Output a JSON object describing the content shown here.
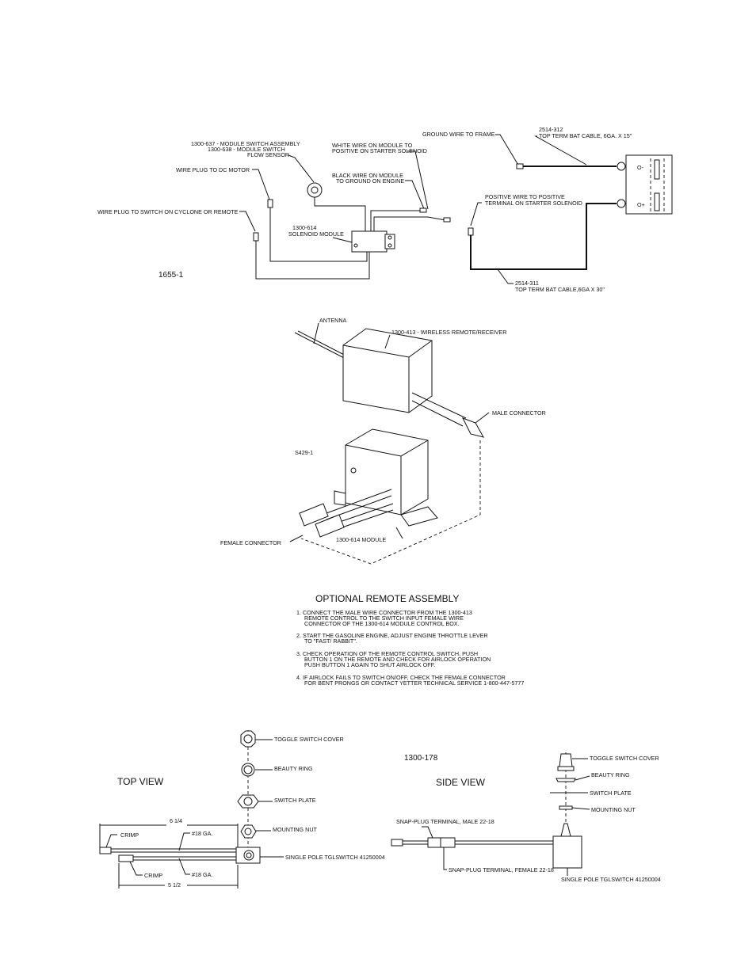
{
  "section1": {
    "lbl_637": "1300-637 - MODULE SWITCH ASSEMBLY",
    "lbl_638": "1300-638 - MODULE SWITCH",
    "lbl_flow": "FLOW SENSOR",
    "lbl_dcmotor": "WIRE PLUG TO DC MOTOR",
    "lbl_cyclone": "WIRE PLUG TO SWITCH ON CYCLONE OR REMOTE",
    "lbl_white1": "WHITE WIRE ON MODULE TO",
    "lbl_white2": "POSITIVE ON STARTER SOLENOID",
    "lbl_black1": "BLACK WIRE ON MODULE",
    "lbl_black2": "TO GROUND ON ENGINE",
    "lbl_ground": "GROUND WIRE TO FRAME",
    "lbl_614a": "1300-614",
    "lbl_614b": "SOLENOID MODULE",
    "lbl_figure": "1655-1",
    "lbl_2514_312a": "2514-312",
    "lbl_2514_312b": "TOP TERM BAT CABLE, 6GA. X 15\"",
    "lbl_pos1": "POSITIVE WIRE TO POSITIVE",
    "lbl_pos2": "TERMINAL ON STARTER SOLENOID",
    "lbl_2514_311a": "2514-311",
    "lbl_2514_311b": "TOP TERM BAT CABLE,6GA X 30\"",
    "term_neg": "O-",
    "term_pos": "O+"
  },
  "section2": {
    "lbl_antenna": "ANTENNA",
    "lbl_413": "1300-413 - WIRELESS REMOTE/RECEIVER",
    "lbl_male": "MALE CONNECTOR",
    "lbl_figure": "S429-1",
    "lbl_female": "FEMALE CONNECTOR",
    "lbl_module": "1300-614 MODULE",
    "title": "OPTIONAL REMOTE ASSEMBLY",
    "step1": [
      "1.  CONNECT THE MALE WIRE CONNECTOR FROM THE 1300-413",
      "REMOTE CONTROL TO THE SWITCH INPUT FEMALE WIRE",
      "CONNECTOR OF THE 1300-614 MODULE CONTROL BOX."
    ],
    "step2": [
      "2.  START THE GASOLINE ENGINE, ADJUST ENGINE THROTTLE LEVER",
      "TO \"FAST/ RABBIT\"."
    ],
    "step3": [
      "3.  CHECK OPERATION OF THE REMOTE CONTROL SWITCH, PUSH",
      "BUTTON 1 ON THE REMOTE AND CHECK FOR AIRLOCK OPERATION",
      "PUSH BUTTON 1 AGAIN TO SHUT AIRLOCK OFF."
    ],
    "step4": [
      "4.  IF AIRLOCK FAILS TO SWITCH ON/OFF, CHECK THE FEMALE CONNECTOR",
      "FOR BENT PRONGS OR CONTACT YETTER TECHNICAL SERVICE 1-800-447-5777"
    ]
  },
  "section3": {
    "top_view": "TOP VIEW",
    "lbl_cover": "TOGGLE SWITCH COVER",
    "lbl_beauty": "BEAUTY RING",
    "lbl_plate": "SWITCH PLATE",
    "lbl_nut": "MOUNTING NUT",
    "lbl_switch": "SINGLE POLE TGLSWITCH 41250004",
    "dim_top": "6 1/4",
    "dim_bottom": "5 1/2",
    "lbl_crimp1": "CRIMP",
    "lbl_crimp2": "CRIMP",
    "lbl_ga1": "#18 GA.",
    "lbl_ga2": "#18 GA.",
    "part_no": "1300-178",
    "side_view": "SIDE VIEW",
    "side_cover": "TOGGLE SWITCH COVER",
    "side_beauty": "BEAUTY RING",
    "side_plate": "SWITCH PLATE",
    "side_nut": "MOUNTING NUT",
    "side_male": "SNAP-PLUG TERMINAL, MALE 22-18",
    "side_female": "SNAP-PLUG TERMINAL, FEMALE 22-18",
    "side_switch": "SINGLE POLE TGLSWITCH 41250004"
  }
}
